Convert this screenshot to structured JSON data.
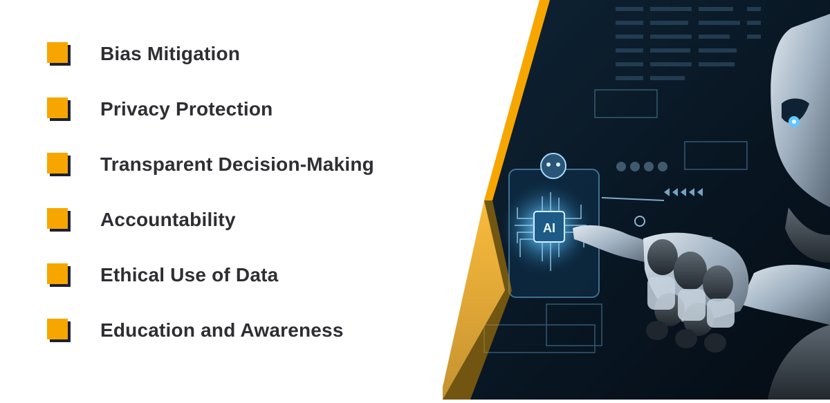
{
  "items": [
    {
      "label": "Bias Mitigation"
    },
    {
      "label": "Privacy Protection"
    },
    {
      "label": "Transparent Decision-Making"
    },
    {
      "label": "Accountability"
    },
    {
      "label": "Ethical Use of Data"
    },
    {
      "label": "Education and Awareness"
    }
  ],
  "colors": {
    "accent": "#f7a600",
    "bullet_shadow": "#1c2035",
    "text": "#2e2e33",
    "panel_dark": "#0b1a2a"
  },
  "illustration": {
    "chip_text": "AI",
    "icon": "robot-hand-touching-ai-chip-icon"
  }
}
